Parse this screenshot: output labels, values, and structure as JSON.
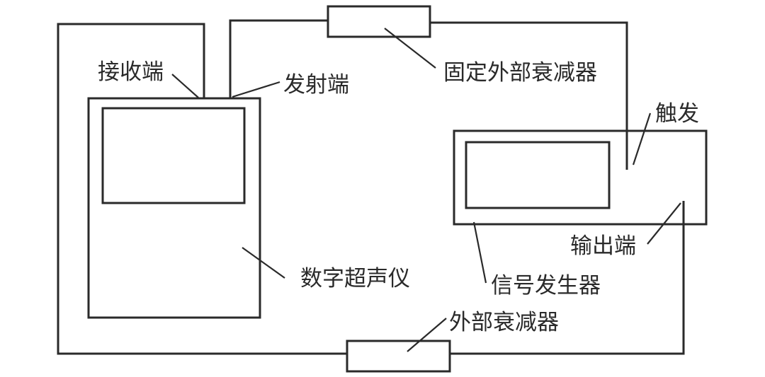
{
  "diagram": {
    "type": "circuit-connection-diagram",
    "stroke_color": "#2a2a2a",
    "background": "#ffffff",
    "labels": {
      "receiver_port": "接收端",
      "transmitter_port": "发射端",
      "fixed_external_attenuator": "固定外部衰减器",
      "trigger": "触发",
      "output_port": "输出端",
      "digital_ultrasonic_instrument": "数字超声仪",
      "signal_generator": "信号发生器",
      "external_attenuator": "外部衰减器"
    },
    "connections": [
      {
        "from": "发射端",
        "via": "固定外部衰减器",
        "to": "触发"
      },
      {
        "from": "输出端",
        "via": "外部衰减器",
        "to": "接收端"
      }
    ]
  }
}
